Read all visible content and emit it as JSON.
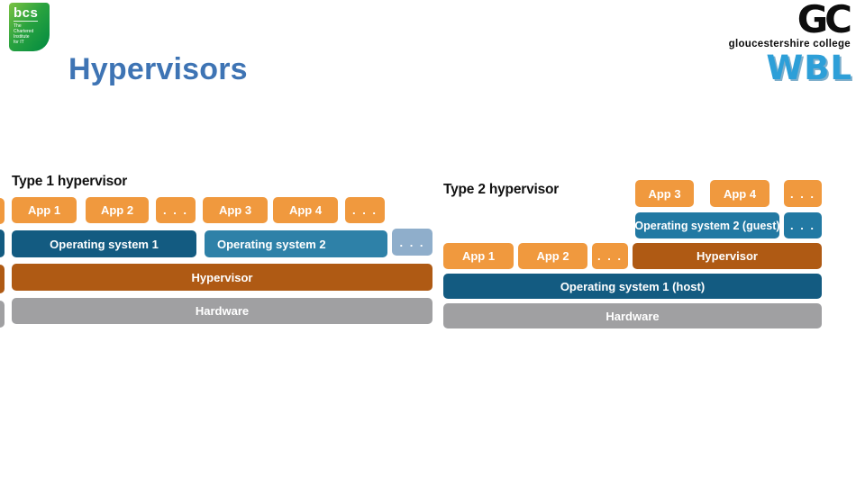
{
  "header": {
    "title": "Hypervisors",
    "bcs_logo": {
      "text": "bcs",
      "tagline": "The\nChartered\nInstitute\nfor IT"
    },
    "gc_logo": {
      "initials": "GC",
      "name": "gloucestershire college",
      "wbl": "WBL"
    }
  },
  "colors": {
    "title_blue": "#3E74B4",
    "app_orange": "#F0993E",
    "os_dark_blue": "#135B81",
    "os_mid_blue": "#2E81A8",
    "os_guest_blue": "#2279A3",
    "os_light_blue": "#8FAECB",
    "hypervisor_brown": "#AF5A14",
    "hardware_gray": "#A0A0A2",
    "bcs_green": "#2aa33f",
    "wbl_blue": "#2D9FD8"
  },
  "diagrams": {
    "type1": {
      "title": "Type 1 hypervisor",
      "apps": [
        "App 1",
        "App 2",
        ". . .",
        "App 3",
        "App 4",
        ". . ."
      ],
      "os1": "Operating system 1",
      "os2": "Operating system 2",
      "os_more": ". . .",
      "hypervisor": "Hypervisor",
      "hardware": "Hardware"
    },
    "type2": {
      "title": "Type 2 hypervisor",
      "apps_top": [
        "App 3",
        "App 4",
        ". . ."
      ],
      "os_guest": "Operating system 2 (guest)",
      "os_guest_more": ". . .",
      "apps_bottom": [
        "App 1",
        "App 2",
        ". . ."
      ],
      "hypervisor": "Hypervisor",
      "os_host": "Operating system 1 (host)",
      "hardware": "Hardware"
    }
  }
}
